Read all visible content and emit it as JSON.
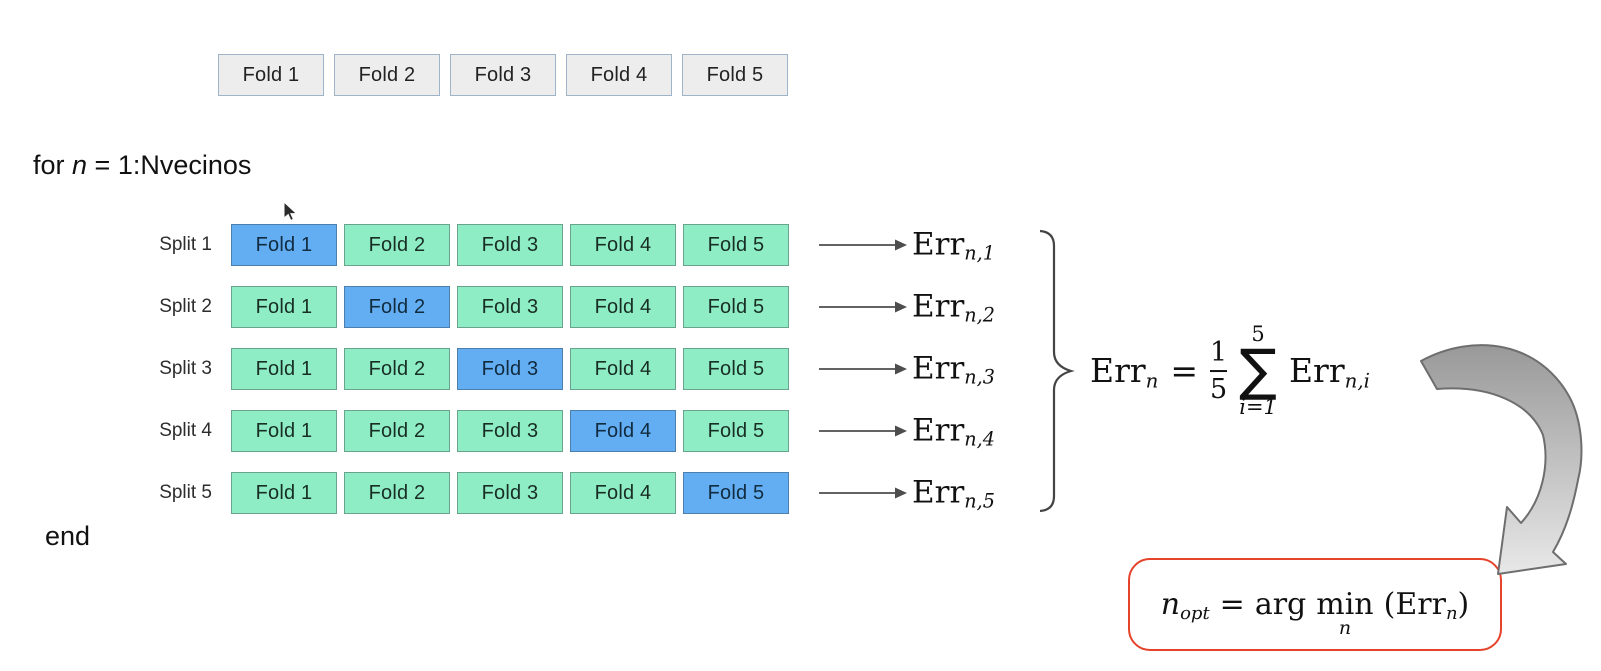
{
  "top_folds": [
    "Fold 1",
    "Fold 2",
    "Fold 3",
    "Fold 4",
    "Fold 5"
  ],
  "loop": {
    "for_prefix": "for ",
    "for_var": "n",
    "for_rest": " = 1:Nvecinos",
    "end_label": "end"
  },
  "splits": {
    "rows": [
      {
        "label": "Split 1",
        "folds": [
          "Fold 1",
          "Fold 2",
          "Fold 3",
          "Fold 4",
          "Fold 5"
        ],
        "active_fold_index": 0,
        "err_base": "Err",
        "err_sub": "n,1"
      },
      {
        "label": "Split 2",
        "folds": [
          "Fold 1",
          "Fold 2",
          "Fold 3",
          "Fold 4",
          "Fold 5"
        ],
        "active_fold_index": 1,
        "err_base": "Err",
        "err_sub": "n,2"
      },
      {
        "label": "Split 3",
        "folds": [
          "Fold 1",
          "Fold 2",
          "Fold 3",
          "Fold 4",
          "Fold 5"
        ],
        "active_fold_index": 2,
        "err_base": "Err",
        "err_sub": "n,3"
      },
      {
        "label": "Split 4",
        "folds": [
          "Fold 1",
          "Fold 2",
          "Fold 3",
          "Fold 4",
          "Fold 5"
        ],
        "active_fold_index": 3,
        "err_base": "Err",
        "err_sub": "n,4"
      },
      {
        "label": "Split 5",
        "folds": [
          "Fold 1",
          "Fold 2",
          "Fold 3",
          "Fold 4",
          "Fold 5"
        ],
        "active_fold_index": 4,
        "err_base": "Err",
        "err_sub": "n,5"
      }
    ]
  },
  "formula": {
    "lhs_base": "Err",
    "lhs_sub": "n",
    "equals": "=",
    "frac_num": "1",
    "frac_den": "5",
    "sum_upper": "5",
    "sum_symbol": "∑",
    "sum_lower": "i=1",
    "rhs_base": "Err",
    "rhs_sub": "n,i"
  },
  "result_box": {
    "lhs_base": "n",
    "lhs_sub": "opt",
    "equals": "=",
    "arg": "arg",
    "min": "min",
    "min_under": "n",
    "open_paren": "(",
    "err_base": "Err",
    "err_sub": "n",
    "close_paren": ")"
  },
  "colors": {
    "fold_default_fill": "#8FEDC6",
    "fold_default_border": "#69A38E",
    "fold_active_fill": "#63AEF3",
    "fold_active_border": "#4C7FAE",
    "fold_top_fill": "#EDEDED",
    "fold_top_border": "#9FB4C6",
    "result_box_border": "#E5432B",
    "arrow_stroke": "#4D4D4D",
    "curved_arrow_fill_top": "#999999",
    "curved_arrow_fill_bottom": "#E8E8E8"
  }
}
